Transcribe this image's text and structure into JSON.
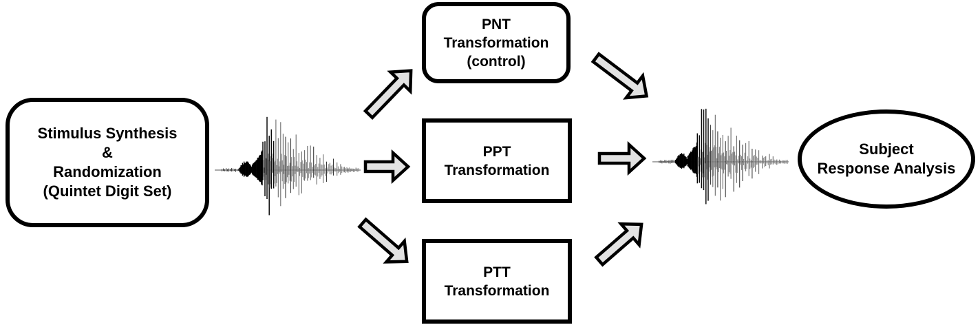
{
  "diagram": {
    "title": "",
    "background": "#ffffff",
    "stroke_color": "#000000",
    "arrow_fill": "#e2e2e2",
    "nodes": {
      "stimulus": {
        "shape": "rounded-rectangle",
        "lines": [
          "Stimulus Synthesis",
          "&",
          "Randomization",
          "(Quintet Digit Set)"
        ]
      },
      "pnt": {
        "shape": "rounded-rectangle",
        "lines": [
          "PNT",
          "Transformation",
          "(control)"
        ]
      },
      "ppt": {
        "shape": "rectangle",
        "lines": [
          "PPT",
          "Transformation"
        ]
      },
      "ptt": {
        "shape": "rectangle",
        "lines": [
          "PTT",
          "Transformation"
        ]
      },
      "subject": {
        "shape": "ellipse",
        "lines": [
          "Subject",
          "Response Analysis"
        ]
      }
    },
    "icons": [
      {
        "name": "speech-waveform-input-icon",
        "kind": "audio-waveform"
      },
      {
        "name": "speech-waveform-output-icon",
        "kind": "audio-waveform"
      }
    ],
    "arrows": [
      {
        "name": "arrow-input-waveform-to-pnt",
        "direction": "up-right"
      },
      {
        "name": "arrow-input-waveform-to-ppt",
        "direction": "right"
      },
      {
        "name": "arrow-input-waveform-to-ptt",
        "direction": "down-right"
      },
      {
        "name": "arrow-pnt-to-output-waveform",
        "direction": "down-right"
      },
      {
        "name": "arrow-ppt-to-output-waveform",
        "direction": "right"
      },
      {
        "name": "arrow-ptt-to-output-waveform",
        "direction": "up-right"
      }
    ]
  }
}
